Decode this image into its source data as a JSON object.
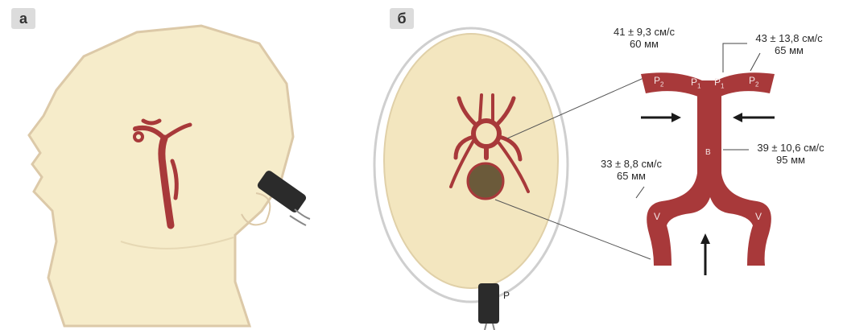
{
  "panels": {
    "a": "а",
    "b": "б"
  },
  "probe_label": "P",
  "measurements": {
    "p1": {
      "speed": "41 ± 9,3 см/с",
      "depth": "60 мм"
    },
    "p2": {
      "speed": "43 ± 13,8 см/с",
      "depth": "65 мм"
    },
    "basilar": {
      "speed": "39 ± 10,6 см/с",
      "depth": "95 мм"
    },
    "vertebral": {
      "speed": "33 ± 8,8 см/с",
      "depth": "65 мм"
    }
  },
  "segments": {
    "p2": "P",
    "p2_sub": "2",
    "p1": "P",
    "p1_sub": "1",
    "basilar": "B",
    "vertebral": "V"
  },
  "colors": {
    "vessel": "#a8393a",
    "vessel_dark": "#8e2a2c",
    "skin": "#f6ecca",
    "skin_outline": "#dcc9a8",
    "probe": "#2b2b2b",
    "arrow": "#1a1a1a"
  }
}
